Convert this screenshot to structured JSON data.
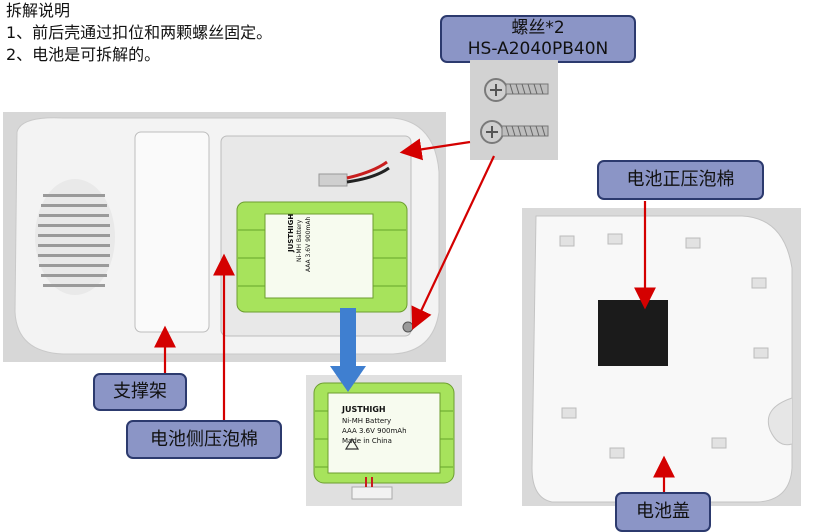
{
  "instructions": {
    "title": "拆解说明",
    "steps": [
      "1、前后壳通过扣位和两颗螺丝固定。",
      "2、电池是可拆解的。"
    ]
  },
  "labels": {
    "screw_title": "螺丝*2",
    "screw_part": "HS-A2040PB40N",
    "battery_top_foam": "电池正压泡棉",
    "support_frame": "支撑架",
    "battery_side_foam": "电池侧压泡棉",
    "battery_cover": "电池盖"
  },
  "battery_label": {
    "brand": "JUSTHIGH",
    "type": "Ni-MH Battery",
    "spec": "AAA 3.6V 900mAh",
    "origin": "Made in China"
  },
  "colors": {
    "callout_fill": "#8b95c6",
    "callout_border": "#2c3a6e",
    "arrow_red": "#d40000",
    "arrow_blue": "#3f7fd0",
    "battery_green": "#a7e35c"
  },
  "icons": [
    "screw-icon",
    "speaker-grille-icon",
    "recycle-icon",
    "foam-pad-icon"
  ]
}
